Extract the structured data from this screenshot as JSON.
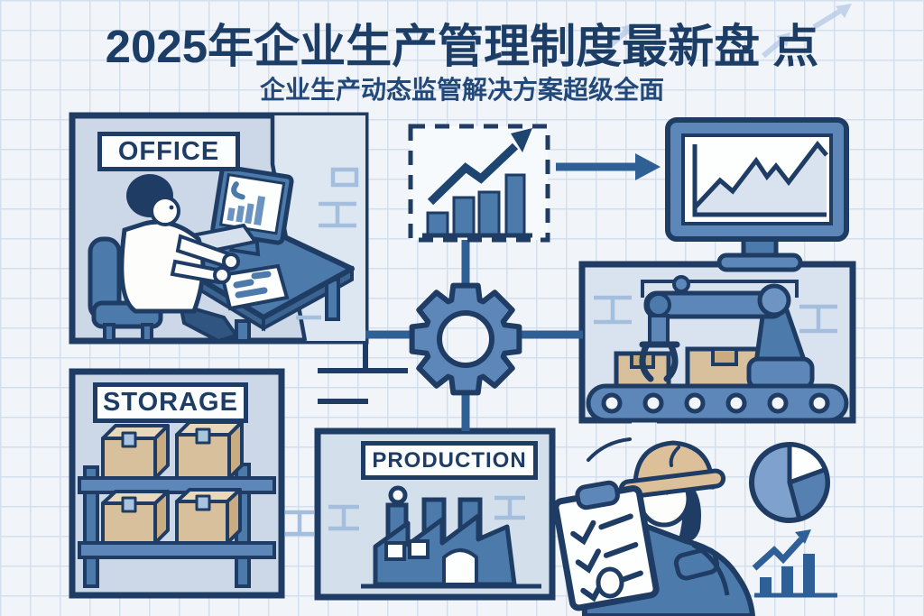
{
  "header": {
    "title": "2025年企业生产管理制度最新盘 点",
    "subtitle": "企业生产动态监管解决方案超级全面"
  },
  "rooms": {
    "office": {
      "label": "OFFICE"
    },
    "storage": {
      "label": "STORAGE"
    },
    "production": {
      "label": "PRODUCTION"
    }
  },
  "colors": {
    "outline_navy": "#1e3c64",
    "mid_blue": "#5d87b8",
    "steel_blue": "#4c7aab",
    "room_fill": "#ccd8e8",
    "production_fill": "#d4dfec",
    "conveyor_fill": "#d9e2ef",
    "light_blue": "#7ea2cd",
    "carton_tan": "#d9c09c",
    "hat_tan": "#dcc09a",
    "connector_blue": "#2e6096",
    "brick_mark": "#a4bedd",
    "white": "#fdfefe",
    "paper_bg": "#f1f5fa",
    "grid_line": "#d3dfee"
  },
  "icons": {
    "gear-icon": "process gear hub linking departments",
    "growth-chart-icon": "rising bar chart with trend arrow in dashed frame",
    "flow-arrow-icon": "arrow from growth chart to monitoring screen",
    "monitor-line-chart-icon": "desktop monitor showing rising area line chart",
    "office-worker-icon": "employee working at computer desk",
    "warehouse-shelf-icon": "storage rack holding four carton boxes",
    "factory-icon": "factory building with three chimneys and smoke puff",
    "conveyor-robot-icon": "robotic arm with gripper over conveyor belt with boxes",
    "inspector-icon": "worker in hard hat holding checklist clipboard",
    "pie-chart-icon": "pie chart with three segments",
    "mini-bar-chart-icon": "small rising bar chart with zigzag arrow",
    "decor-arrow-icon": "faint rising arrows behind headline"
  },
  "charts": {
    "growth_bar_chart": {
      "type": "bar",
      "values": [
        24,
        41,
        47,
        66
      ],
      "trend": "up"
    },
    "office_screen_chart": {
      "type": "bar",
      "values": [
        12,
        16,
        20,
        30
      ],
      "extra": "curved swoosh"
    },
    "monitor_line_chart": {
      "type": "area",
      "trend": "up",
      "points_relative": [
        8,
        38,
        26,
        60,
        42,
        54,
        36,
        78,
        66
      ]
    },
    "pie_chart": {
      "type": "pie",
      "slices": [
        {
          "fraction": 0.72,
          "color": "#7ea2cd"
        },
        {
          "fraction": 0.11,
          "color": "#fdfefe"
        },
        {
          "fraction": 0.17,
          "color": "#567fb2"
        }
      ]
    },
    "mini_bar_chart": {
      "type": "bar",
      "values": [
        20,
        32,
        46
      ],
      "trend": "up"
    },
    "inspector_checklist": {
      "type": "checklist",
      "checked_items": 3
    }
  }
}
